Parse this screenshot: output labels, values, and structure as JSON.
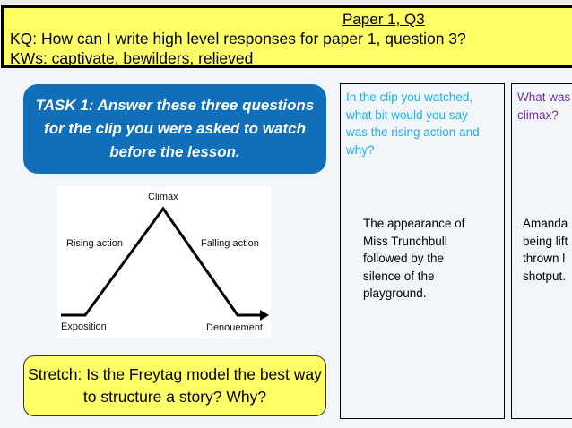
{
  "header": {
    "title": "Paper 1, Q3",
    "key_question": "KQ: How can I write high level responses for paper 1, question 3?",
    "key_words": "KWs: captivate, bewilders,  relieved"
  },
  "task": {
    "text": "TASK 1: Answer these three questions for the clip you were asked to watch before the lesson."
  },
  "diagram": {
    "labels": {
      "climax": "Climax",
      "rising": "Rising action",
      "falling": "Falling action",
      "exposition": "Exposition",
      "denouement": "Denouement"
    }
  },
  "stretch": {
    "text": "Stretch: Is the Freytag model the best way to structure a story? Why?"
  },
  "columns": [
    {
      "question_lines": [
        "In the clip you watched,",
        "what bit would you say",
        "was the rising action and",
        "why?"
      ],
      "question_color": "#1ab0e8",
      "answer_lines": [
        "The appearance of",
        "Miss Trunchbull",
        "followed by the",
        "silence of the",
        "playground."
      ]
    },
    {
      "question_lines": [
        "What was",
        "climax?"
      ],
      "question_color": "#7030a0",
      "answer_lines": [
        "Amanda",
        "being lift",
        "thrown l",
        "shotput."
      ]
    }
  ]
}
